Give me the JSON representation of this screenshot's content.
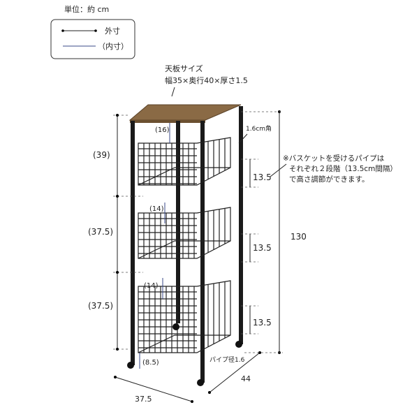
{
  "unit_label": "単位：約 cm",
  "legend": {
    "outer": "外寸",
    "inner": "（内寸）"
  },
  "top_board": {
    "line1": "天板サイズ",
    "line2": "幅35×奥行40×厚さ1.5"
  },
  "frame_note": "1.6cm角",
  "note": {
    "line1": "※バスケットを受けるパイプは",
    "line2": "それぞれ２段階（13.5cm間隔）",
    "line3": "で高さ調節ができます。"
  },
  "outer_heights": [
    "(39)",
    "(37.5)",
    "(37.5)"
  ],
  "inner_heights": [
    "(16)",
    "(14)",
    "(14)",
    "(8.5)"
  ],
  "adjust_steps": [
    "13.5",
    "13.5",
    "13.5"
  ],
  "total_height": "130",
  "pipe_note": "パイプ径1.6",
  "width": "37.5",
  "depth": "44",
  "colors": {
    "wood": "#8a6a45",
    "frame": "#1a1a1a",
    "inner_dim": "#3a4a8a"
  }
}
